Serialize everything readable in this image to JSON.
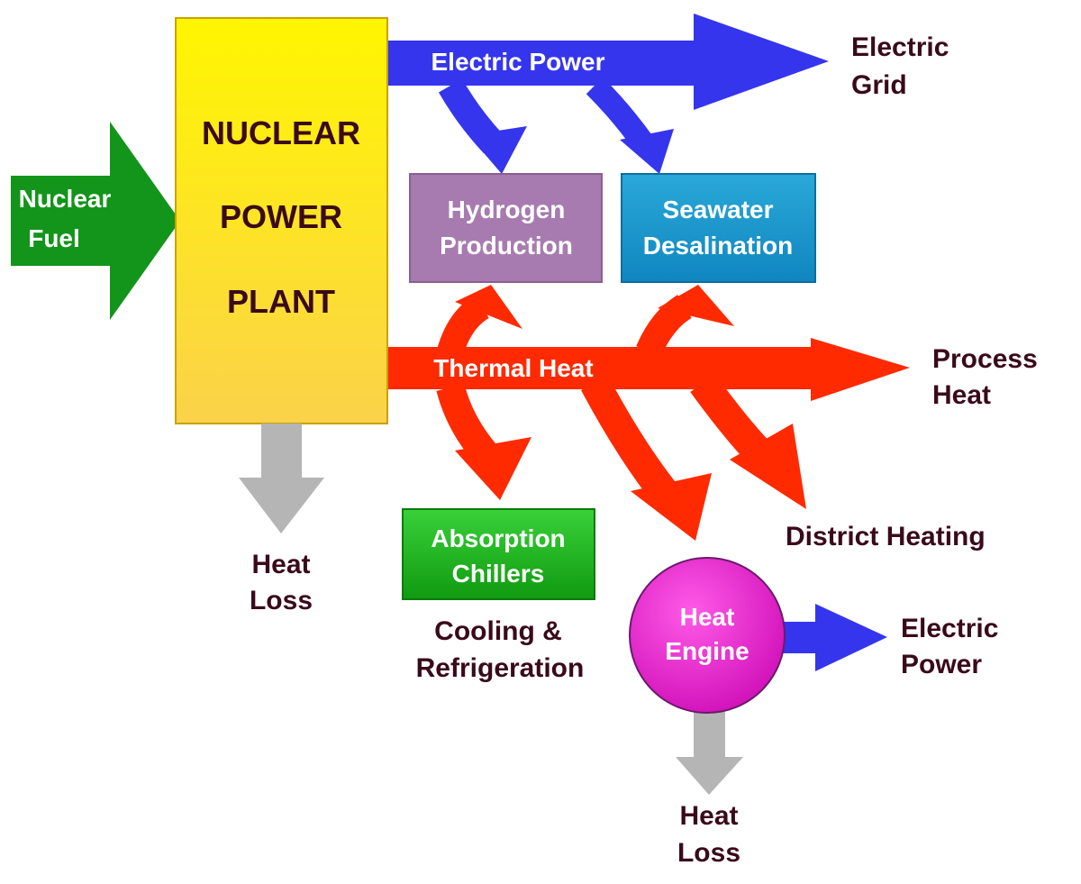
{
  "inputs": {
    "nuclear_fuel": [
      "Nuclear",
      "Fuel"
    ]
  },
  "plant": {
    "lines": [
      "NUCLEAR",
      "POWER",
      "PLANT"
    ]
  },
  "flows": {
    "electric_power": "Electric Power",
    "thermal_heat": "Thermal Heat"
  },
  "boxes": {
    "hydrogen": [
      "Hydrogen",
      "Production"
    ],
    "seawater": [
      "Seawater",
      "Desalination"
    ],
    "absorption": [
      "Absorption",
      "Chillers"
    ],
    "heat_engine": [
      "Heat",
      "Engine"
    ]
  },
  "outputs": {
    "electric_grid": [
      "Electric",
      "Grid"
    ],
    "process_heat": [
      "Process",
      "Heat"
    ],
    "district_heating": "District Heating",
    "cooling": [
      "Cooling &",
      "Refrigeration"
    ],
    "electric_power_engine": [
      "Electric",
      "Power"
    ],
    "heat_loss_plant": [
      "Heat",
      "Loss"
    ],
    "heat_loss_engine": [
      "Heat",
      "Loss"
    ]
  },
  "colors": {
    "fuel": "#12951a",
    "plant": "#fde93a",
    "electric": "#3535ee",
    "thermal": "#ff2a00",
    "loss": "#b5b5b5",
    "hydrogen": "#a77bb0",
    "seawater": "#1a9ed2",
    "absorption": "#22b522",
    "heat_engine": "#e324c8",
    "text": "#3a0a1a"
  }
}
